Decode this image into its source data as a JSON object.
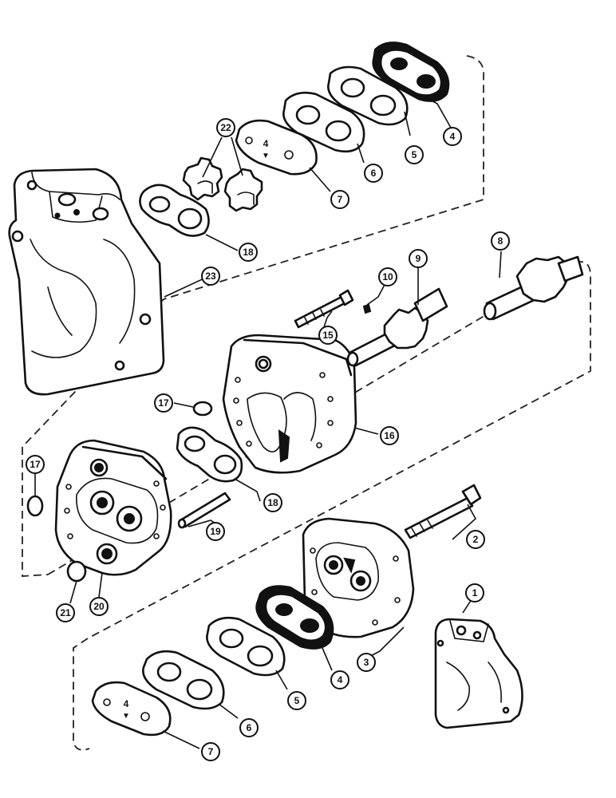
{
  "diagram": {
    "callouts": [
      {
        "id": "c1",
        "label": "1"
      },
      {
        "id": "c2",
        "label": "2"
      },
      {
        "id": "c3",
        "label": "3"
      },
      {
        "id": "c4a",
        "label": "4"
      },
      {
        "id": "c4b",
        "label": "4"
      },
      {
        "id": "c5a",
        "label": "5"
      },
      {
        "id": "c5b",
        "label": "5"
      },
      {
        "id": "c6a",
        "label": "6"
      },
      {
        "id": "c6b",
        "label": "6"
      },
      {
        "id": "c7a",
        "label": "7"
      },
      {
        "id": "c7b",
        "label": "7"
      },
      {
        "id": "c8",
        "label": "8"
      },
      {
        "id": "c9",
        "label": "9"
      },
      {
        "id": "c10",
        "label": "10"
      },
      {
        "id": "c15",
        "label": "15"
      },
      {
        "id": "c16",
        "label": "16"
      },
      {
        "id": "c17a",
        "label": "17"
      },
      {
        "id": "c17b",
        "label": "17"
      },
      {
        "id": "c18a",
        "label": "18"
      },
      {
        "id": "c18b",
        "label": "18"
      },
      {
        "id": "c19",
        "label": "19"
      },
      {
        "id": "c20",
        "label": "20"
      },
      {
        "id": "c21",
        "label": "21"
      },
      {
        "id": "c22",
        "label": "22"
      },
      {
        "id": "c23",
        "label": "23"
      }
    ]
  }
}
